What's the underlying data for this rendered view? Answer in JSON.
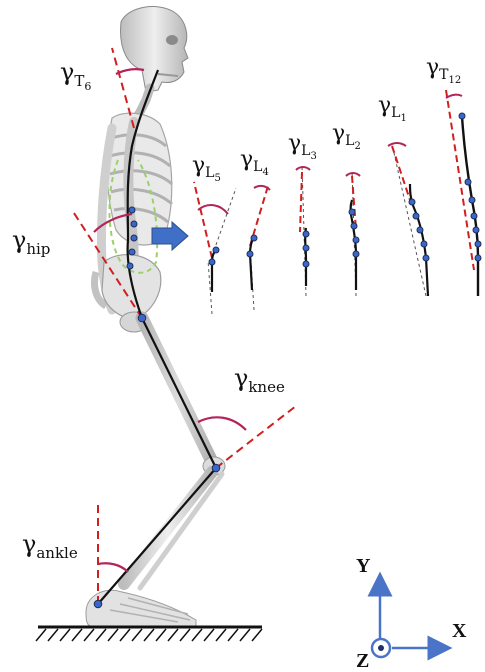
{
  "labels": {
    "t6": {
      "sym": "γ",
      "sub": "T",
      "subsub": "6"
    },
    "hip": {
      "sym": "γ",
      "sub": "hip"
    },
    "knee": {
      "sym": "γ",
      "sub": "knee"
    },
    "ankle": {
      "sym": "γ",
      "sub": "ankle"
    },
    "l5": {
      "sym": "γ",
      "sub": "L",
      "subsub": "5"
    },
    "l4": {
      "sym": "γ",
      "sub": "L",
      "subsub": "4"
    },
    "l3": {
      "sym": "γ",
      "sub": "L",
      "subsub": "3"
    },
    "l2": {
      "sym": "γ",
      "sub": "L",
      "subsub": "2"
    },
    "l1": {
      "sym": "γ",
      "sub": "L",
      "subsub": "1"
    },
    "t12": {
      "sym": "γ",
      "sub": "T",
      "subsub": "12"
    }
  },
  "axes": {
    "y": "Y",
    "x": "X",
    "z": "Z"
  },
  "colors": {
    "reference_line": "#d11f1f",
    "angle_arc": "#b3245a",
    "segment_line": "#111111",
    "joint_marker": "#3a67c9",
    "axis_arrow": "#4a74c8",
    "spine_outline": "#9bd16a",
    "bone": "#d9d9d9"
  },
  "icons": [
    "skeleton-figure",
    "ground-hatch",
    "arrow-right-icon",
    "coordinate-axes-icon"
  ]
}
